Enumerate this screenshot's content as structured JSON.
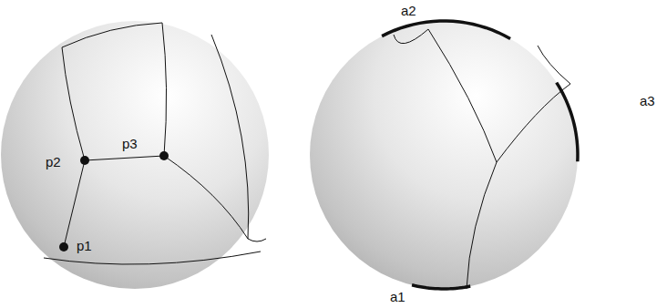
{
  "diagram": {
    "labels": [
      "p1",
      "p2",
      "p3",
      "a1",
      "a2",
      "a3"
    ]
  }
}
